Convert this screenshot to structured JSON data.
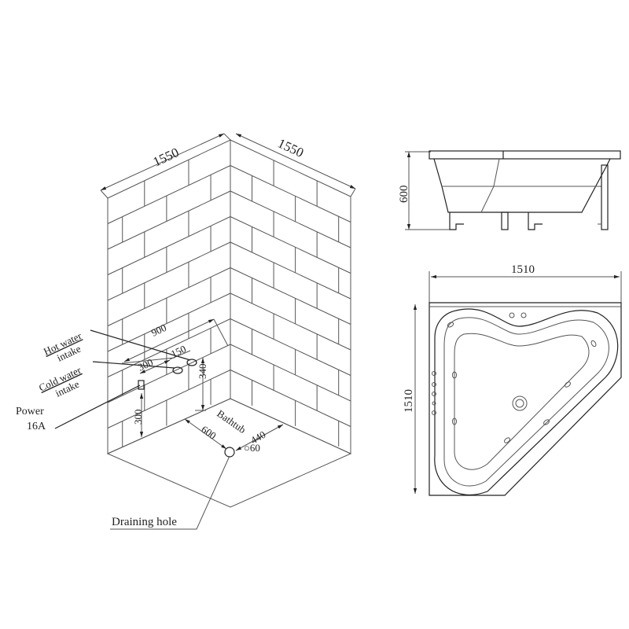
{
  "room": {
    "left_wall_width": "1550",
    "right_wall_width": "1550",
    "hot_water": [
      "Hot water",
      "intake"
    ],
    "cold_water": [
      "Cold water",
      "intake"
    ],
    "power": [
      "Power",
      "16A"
    ],
    "dim_900": "900",
    "dim_150": "150",
    "dim_300_h": "300",
    "dim_340": "340",
    "dim_300_v": "300",
    "dim_600": "600",
    "bathtub": "Bathtub",
    "dim_440": "440",
    "dim_60": "○60",
    "draining_hole": "Draining hole"
  },
  "side_view": {
    "height": "600"
  },
  "plan_view": {
    "width": "1510",
    "depth": "1510"
  }
}
